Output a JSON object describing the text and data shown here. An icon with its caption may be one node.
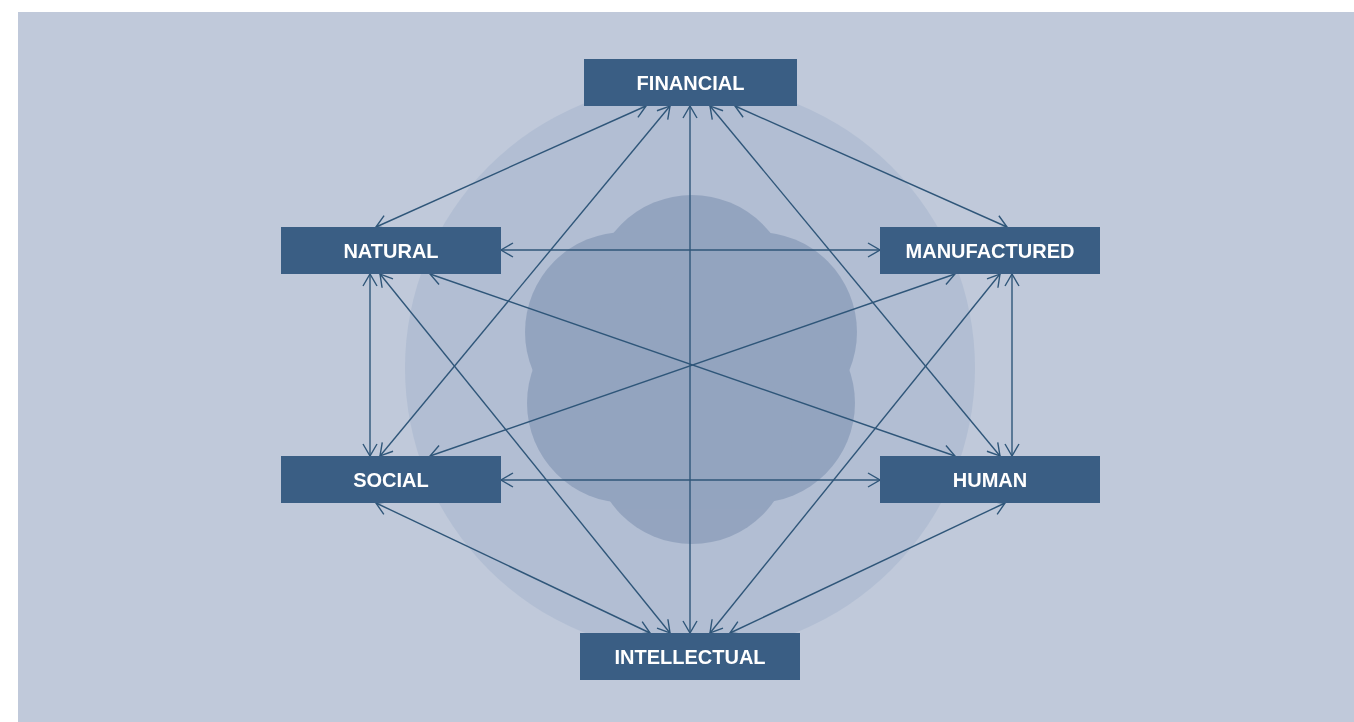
{
  "diagram": {
    "nodes": [
      {
        "text": [
          "FINANCIAL"
        ]
      },
      {
        "text": [
          "NATURAL"
        ]
      },
      {
        "text": [
          "MANUFACTURED"
        ]
      },
      {
        "text": [
          "SOCIAL"
        ]
      },
      {
        "text": [
          "HUMAN"
        ]
      },
      {
        "text": [
          "INTELLECTUAL"
        ]
      }
    ],
    "edges": [
      {
        "from": 0,
        "to": 1,
        "arrow": "both"
      },
      {
        "from": 0,
        "to": 2,
        "arrow": "both"
      },
      {
        "from": 0,
        "to": 3,
        "arrow": "both"
      },
      {
        "from": 0,
        "to": 4,
        "arrow": "both"
      },
      {
        "from": 0,
        "to": 5,
        "arrow": "both"
      },
      {
        "from": 1,
        "to": 2,
        "arrow": "both"
      },
      {
        "from": 1,
        "to": 3,
        "arrow": "both"
      },
      {
        "from": 1,
        "to": 4,
        "arrow": "both"
      },
      {
        "from": 1,
        "to": 5,
        "arrow": "both"
      },
      {
        "from": 2,
        "to": 3,
        "arrow": "both"
      },
      {
        "from": 2,
        "to": 4,
        "arrow": "both"
      },
      {
        "from": 2,
        "to": 5,
        "arrow": "both"
      },
      {
        "from": 3,
        "to": 4,
        "arrow": "both"
      },
      {
        "from": 3,
        "to": 5,
        "arrow": "both"
      },
      {
        "from": 4,
        "to": 5,
        "arrow": "both"
      }
    ]
  }
}
